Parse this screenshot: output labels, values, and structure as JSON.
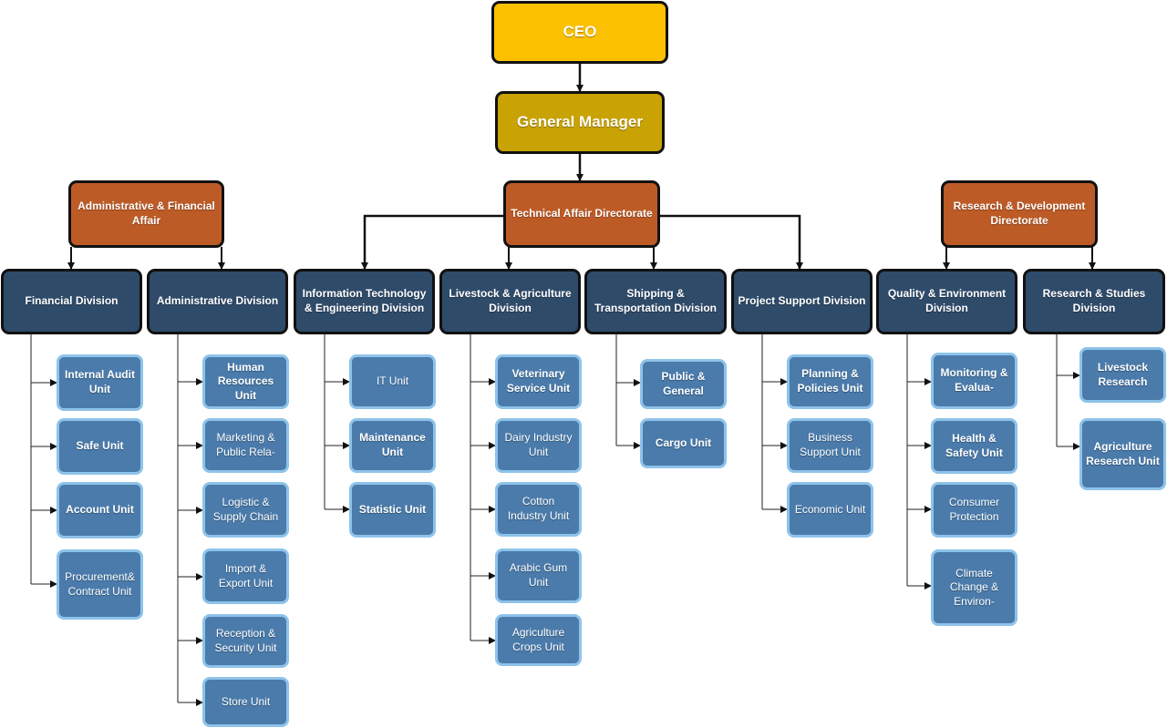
{
  "chart": {
    "ceo": "CEO",
    "general_manager": "General Manager",
    "directorates": {
      "admin": "Administrative & Financial Affair",
      "technical": "Technical Affair Directorate",
      "research": "Research & Development Directorate"
    },
    "divisions": {
      "financial": "Financial Division",
      "administrative": "Administrative Division",
      "it": "Information Technology & Engineering Division",
      "livestock": "Livestock & Agriculture Division",
      "shipping": "Shipping & Transportation Division",
      "project": "Project Support Division",
      "quality": "Quality & Environment Division",
      "studies": "Research & Studies Division"
    },
    "units": {
      "financial": [
        "Internal Audit Unit",
        "Safe Unit",
        "Account Unit",
        "Procurement& Contract Unit"
      ],
      "administrative": [
        "Human Resources Unit",
        "Marketing & Public Rela-",
        "Logistic & Supply Chain",
        "Import & Export Unit",
        "Reception & Security Unit",
        "Store Unit"
      ],
      "it": [
        "IT Unit",
        "Maintenance Unit",
        "Statistic Unit"
      ],
      "livestock": [
        "Veterinary Service Unit",
        "Dairy Industry Unit",
        "Cotton Industry Unit",
        "Arabic Gum Unit",
        "Agriculture Crops Unit"
      ],
      "shipping": [
        "Public & General",
        "Cargo Unit"
      ],
      "project": [
        "Planning & Policies Unit",
        "Business Support Unit",
        "Economic Unit"
      ],
      "quality": [
        "Monitoring & Evalua-",
        "Health & Safety Unit",
        "Consumer Protection",
        "Climate Change & Environ-"
      ],
      "studies": [
        "Livestock Research",
        "Agriculture Research Unit"
      ]
    }
  }
}
